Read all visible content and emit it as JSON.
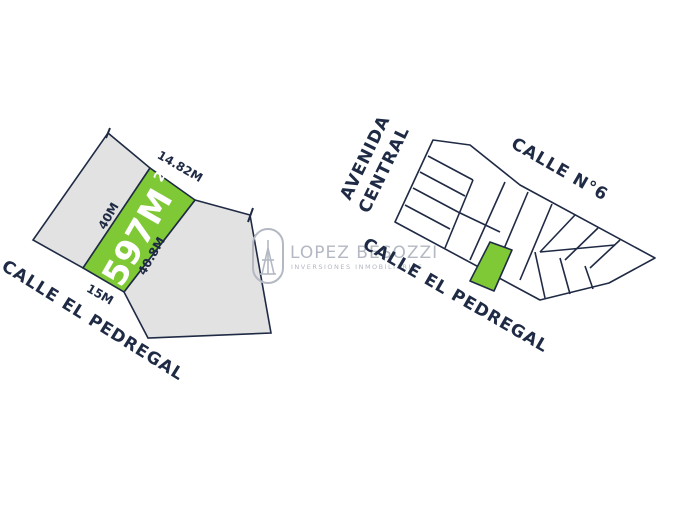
{
  "colors": {
    "lot_fill": "#e2e2e2",
    "highlight": "#7fc936",
    "line": "#1f2a44",
    "watermark": "#b3b8c2"
  },
  "left_plan": {
    "street": "CALLE EL PEDREGAL",
    "lot_area": "597M",
    "lot_area_unit": "2",
    "dim_top": "14.82M",
    "dim_left": "40M",
    "dim_right": "40.8M",
    "dim_bottom": "15M"
  },
  "right_plan": {
    "street_avenida": "AVENIDA",
    "street_central": "CENTRAL",
    "street_calle6": "CALLE N°6",
    "street_bottom": "CALLE EL PEDREGAL"
  },
  "watermark": {
    "name": "LOPEZ BESOZZI",
    "tagline": "INVERSIONES INMOBILIARIAS"
  }
}
